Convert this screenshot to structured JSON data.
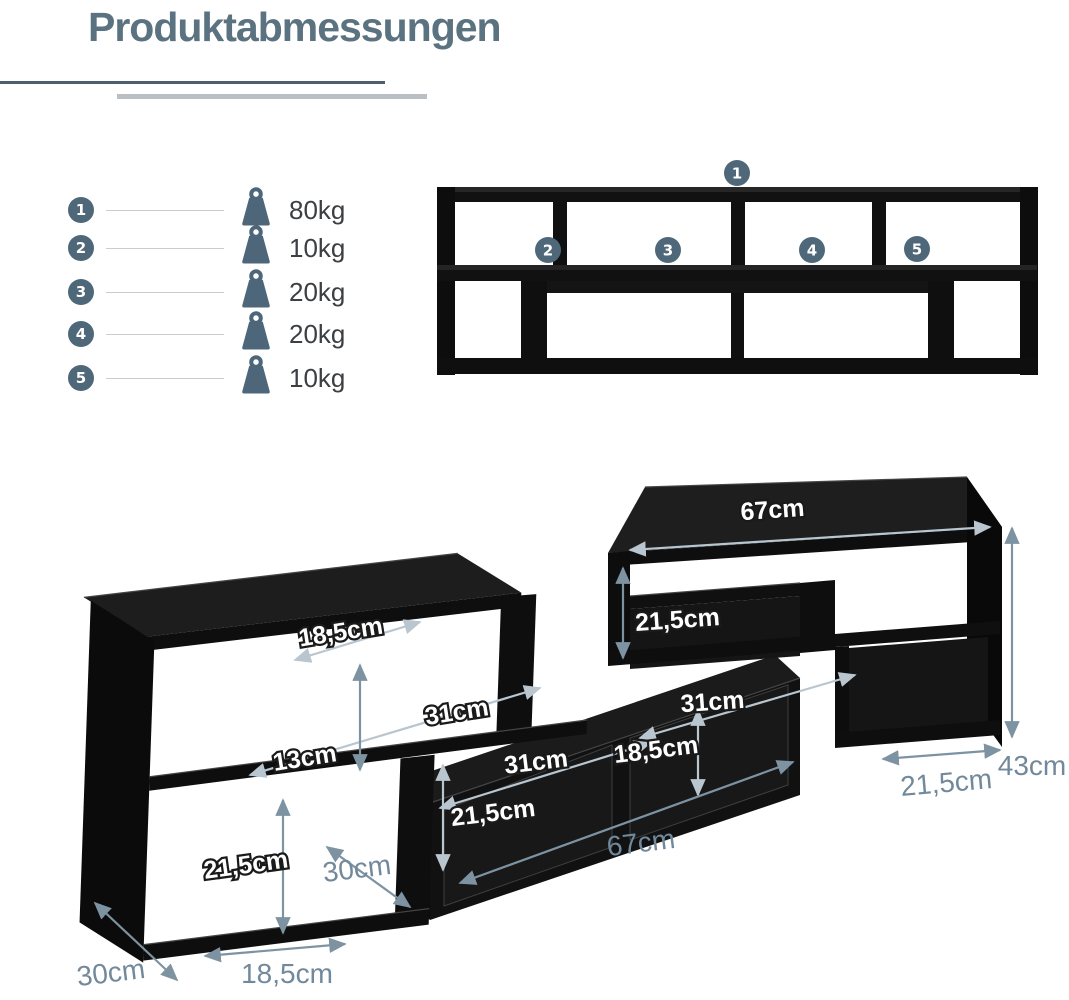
{
  "page": {
    "title": "Produktabmessungen"
  },
  "colors": {
    "accent_slate": "#5b7280",
    "underline_dark": "#4d5f6c",
    "underline_light": "#b9bfc3",
    "badge_fill": "#4e6879",
    "legend_text": "#3c4043",
    "furniture_black": "#101010",
    "dim_label_on_black": "#ffffff",
    "dim_label_on_white": "#72889b",
    "arrow_on_white": "#7d93a2",
    "arrow_on_black": "#b9c6cf"
  },
  "legend": {
    "items": [
      {
        "num": "1",
        "capacity": "80kg"
      },
      {
        "num": "2",
        "capacity": "10kg"
      },
      {
        "num": "3",
        "capacity": "20kg"
      },
      {
        "num": "4",
        "capacity": "20kg"
      },
      {
        "num": "5",
        "capacity": "10kg"
      }
    ]
  },
  "assembled": {
    "parts": [
      "1",
      "2",
      "3",
      "4",
      "5"
    ]
  },
  "dimensions": {
    "labels": [
      {
        "text": "67cm"
      },
      {
        "text": "21,5cm"
      },
      {
        "text": "18,5cm"
      },
      {
        "text": "31cm"
      },
      {
        "text": "31cm"
      },
      {
        "text": "13cm"
      },
      {
        "text": "31cm"
      },
      {
        "text": "18,5cm"
      },
      {
        "text": "21,5cm"
      },
      {
        "text": "21,5cm"
      },
      {
        "text": "30cm"
      },
      {
        "text": "67cm"
      },
      {
        "text": "21,5cm"
      },
      {
        "text": "43cm"
      },
      {
        "text": "30cm"
      },
      {
        "text": "18,5cm"
      }
    ]
  }
}
